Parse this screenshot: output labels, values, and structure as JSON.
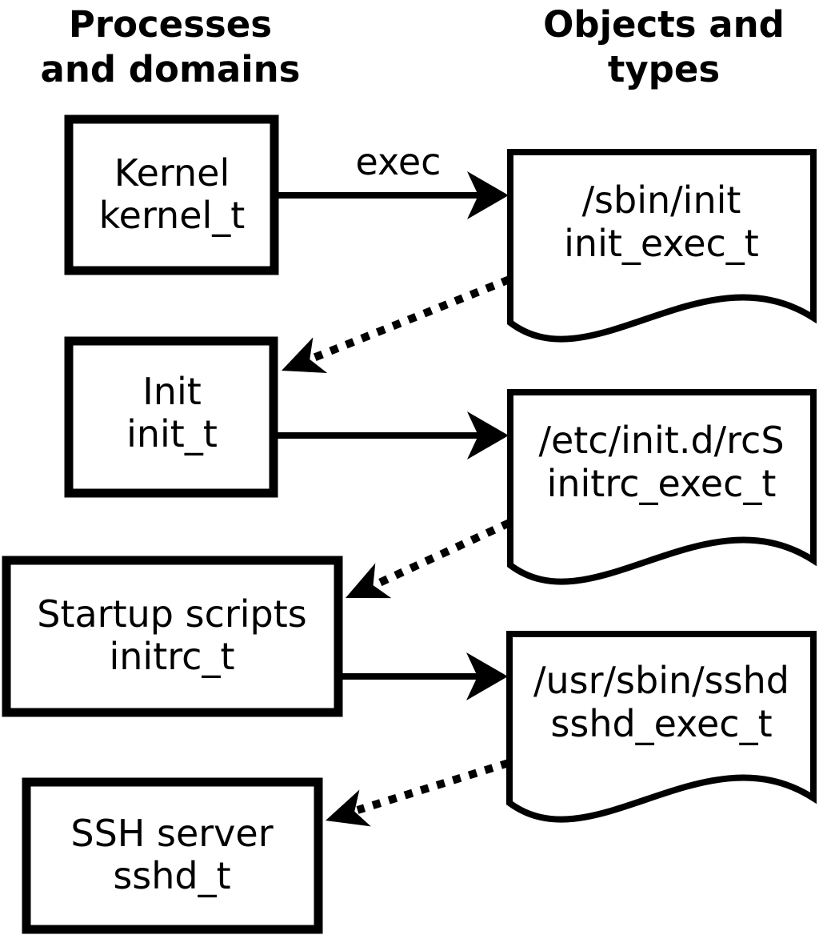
{
  "diagram": {
    "headers": {
      "left": {
        "line1": "Processes",
        "line2": "and domains"
      },
      "right": {
        "line1": "Objects and",
        "line2": "types"
      }
    },
    "process_nodes": [
      {
        "name": "Kernel",
        "domain": "kernel_t"
      },
      {
        "name": "Init",
        "domain": "init_t"
      },
      {
        "name": "Startup scripts",
        "domain": "initrc_t"
      },
      {
        "name": "SSH server",
        "domain": "sshd_t"
      }
    ],
    "object_nodes": [
      {
        "path": "/sbin/init",
        "type": "init_exec_t"
      },
      {
        "path": "/etc/init.d/rcS",
        "type": "initrc_exec_t"
      },
      {
        "path": "/usr/sbin/sshd",
        "type": "sshd_exec_t"
      }
    ],
    "edges": {
      "exec_label": "exec",
      "solid_arrows": [
        {
          "from": "Kernel / kernel_t",
          "to": "/sbin/init init_exec_t",
          "style": "solid",
          "label": "exec"
        },
        {
          "from": "Init / init_t",
          "to": "/etc/init.d/rcS initrc_exec_t",
          "style": "solid",
          "label": ""
        },
        {
          "from": "Startup scripts / initrc_t",
          "to": "/usr/sbin/sshd sshd_exec_t",
          "style": "solid",
          "label": ""
        }
      ],
      "dotted_arrows": [
        {
          "from": "/sbin/init init_exec_t",
          "to": "Init / init_t",
          "style": "dotted"
        },
        {
          "from": "/etc/init.d/rcS initrc_exec_t",
          "to": "Startup scripts / initrc_t",
          "style": "dotted"
        },
        {
          "from": "/usr/sbin/sshd sshd_exec_t",
          "to": "SSH server / sshd_t",
          "style": "dotted"
        }
      ]
    },
    "colors": {
      "stroke": "#000000",
      "text": "#000000",
      "background": "#ffffff"
    }
  }
}
